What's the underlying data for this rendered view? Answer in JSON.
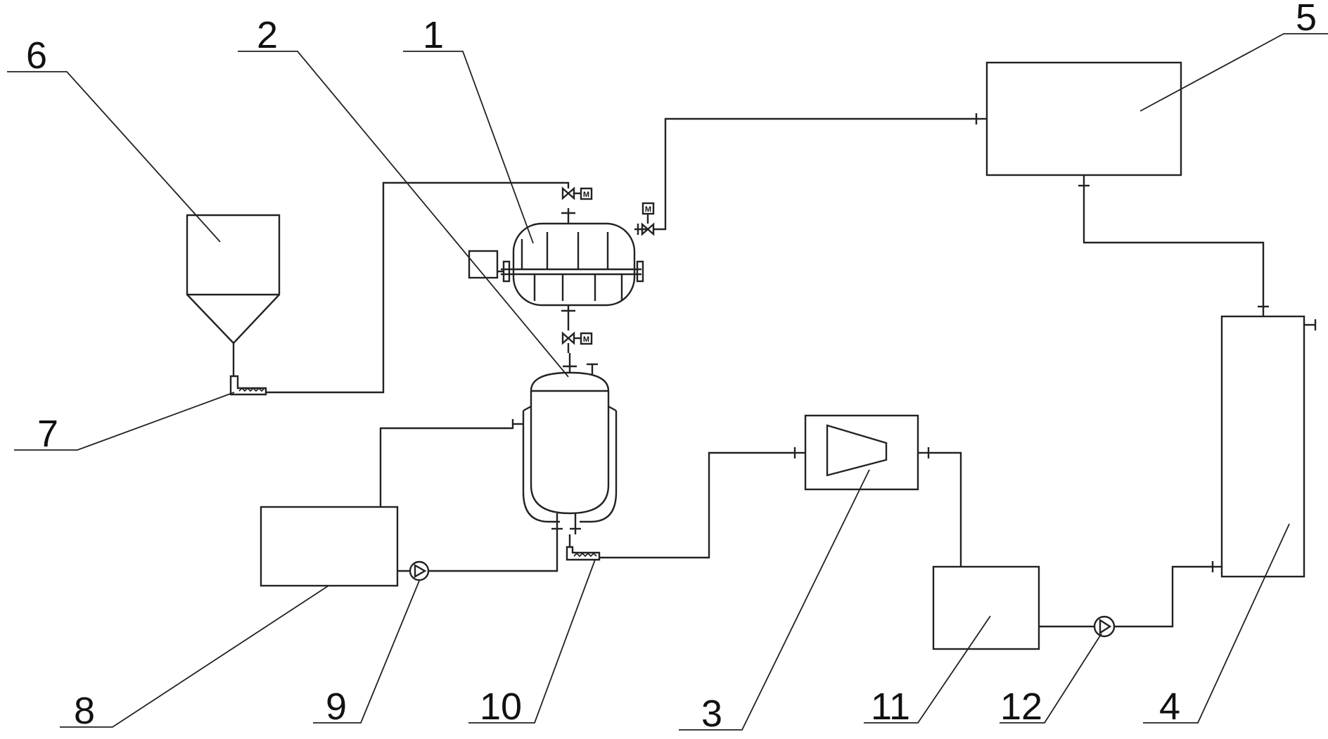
{
  "labels": {
    "n1": "1",
    "n2": "2",
    "n3": "3",
    "n4": "4",
    "n5": "5",
    "n6": "6",
    "n7": "7",
    "n8": "8",
    "n9": "9",
    "n10": "10",
    "n11": "11",
    "n12": "12"
  },
  "valve_marks": {
    "top_valve": "M",
    "side_valve": "M",
    "bottom_valve": "M"
  }
}
